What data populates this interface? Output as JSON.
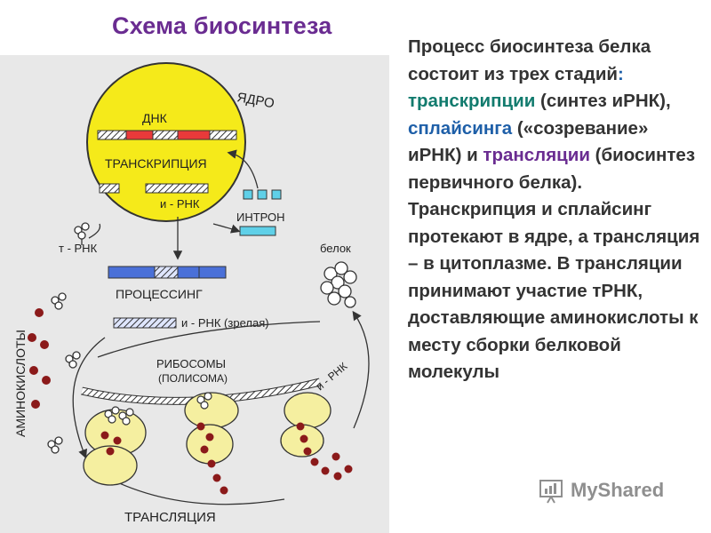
{
  "title": "Схема биосинтеза",
  "diagram": {
    "labels": {
      "nucleus": "ЯДРО",
      "dna": "ДНК",
      "transcription": "ТРАНСКРИПЦИЯ",
      "mrna_in_nucleus": "и - РНК",
      "intron": "ИНТРОН",
      "trna": "т - РНК",
      "processing": "ПРОЦЕССИНГ",
      "mature_mrna": "и - РНК (зрелая)",
      "protein": "белок",
      "amino_acids": "АМИНОКИСЛОТЫ",
      "ribosomes": "РИБОСОМЫ",
      "polysome": "(ПОЛИСОМА)",
      "mrna_strand": "и - РНК",
      "translation": "ТРАНСЛЯЦИЯ"
    },
    "colors": {
      "nucleus": "#f5ea1a",
      "ribosome": "#f5efa0",
      "dna_red": "#e83a3a",
      "mrna_blue": "#4a70d8",
      "intron_cyan": "#5fd0e8",
      "amino_acid": "#8b1a1a"
    }
  },
  "text": {
    "p1": "Процесс биосинтеза белка состоит из трех стадий",
    "colon": ":",
    "w_transcription": "транскрипции",
    "p2": " (синтез иРНК), ",
    "w_splicing": "сплайсинга",
    "p3": " («созревание» иРНК) и ",
    "w_translation": "трансляции",
    "p4": " (биосинтез первичного белка). Транскрипция и сплайсинг протекают в ядре, а трансляция – в цитоплазме. В трансляции принимают участие тРНК, доставляющие аминокислоты к месту сборки белковой молекулы"
  },
  "watermark": {
    "brand": "MyShared"
  }
}
